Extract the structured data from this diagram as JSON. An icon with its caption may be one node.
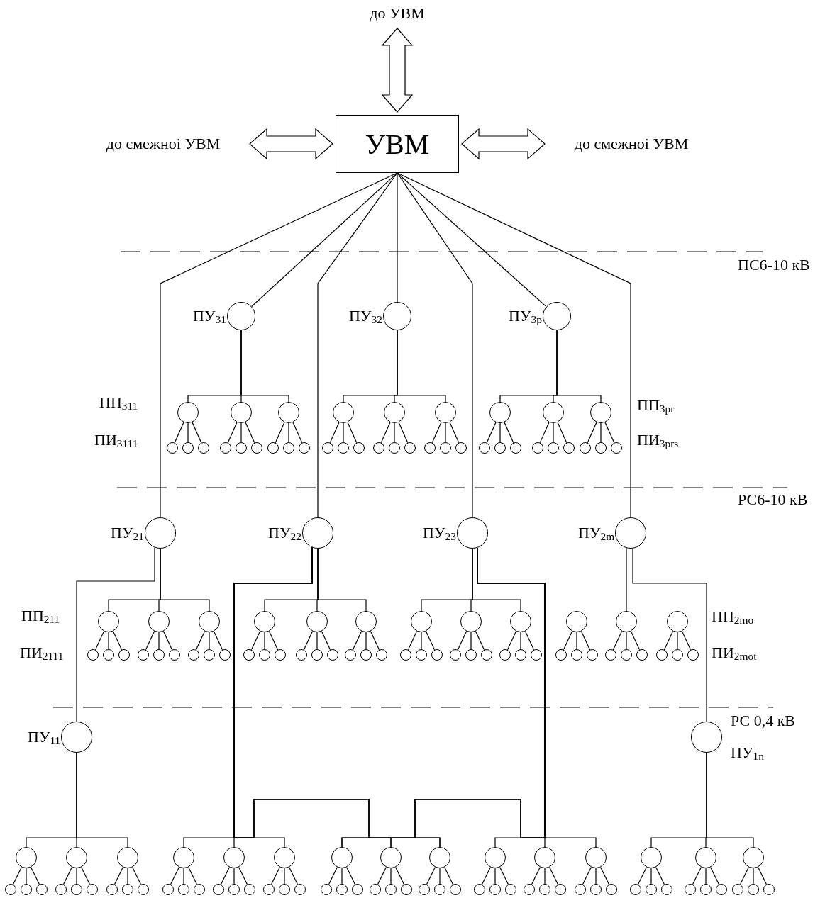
{
  "diagram": {
    "nodes": [
      {
        "text": [
          "до УВМ"
        ]
      },
      {
        "text": [
          "до смежноі УВМ"
        ]
      },
      {
        "text": [
          "УВМ"
        ]
      },
      {
        "text": [
          "до смежноі УВМ"
        ]
      },
      {
        "text": [],
        "shape": "circle",
        "beside": [
          "ПУ$_{31}$"
        ]
      },
      {
        "text": [],
        "shape": "circle",
        "beside": [
          "ПУ$_{32}$"
        ]
      },
      {
        "text": [],
        "shape": "circle",
        "beside": [
          "ПУ$_{3p}$"
        ]
      },
      {
        "text": [],
        "shape": "circle"
      },
      {
        "text": [],
        "shape": "circle"
      },
      {
        "text": [],
        "shape": "circle"
      },
      {
        "text": [],
        "shape": "circle"
      },
      {
        "text": [],
        "shape": "circle"
      },
      {
        "text": [],
        "shape": "circle"
      },
      {
        "text": [],
        "shape": "circle"
      },
      {
        "text": [],
        "shape": "circle"
      },
      {
        "text": [],
        "shape": "circle"
      },
      {
        "text": [],
        "shape": "circle"
      },
      {
        "text": [],
        "shape": "circle"
      },
      {
        "text": [],
        "shape": "circle"
      },
      {
        "text": [],
        "shape": "circle"
      },
      {
        "text": [],
        "shape": "circle"
      },
      {
        "text": [],
        "shape": "circle"
      },
      {
        "text": [],
        "shape": "circle"
      },
      {
        "text": [],
        "shape": "circle"
      },
      {
        "text": [],
        "shape": "circle"
      },
      {
        "text": [],
        "shape": "circle"
      },
      {
        "text": [],
        "shape": "circle"
      },
      {
        "text": [],
        "shape": "circle"
      },
      {
        "text": [],
        "shape": "circle"
      },
      {
        "text": [],
        "shape": "circle"
      },
      {
        "text": [],
        "shape": "circle"
      },
      {
        "text": [],
        "shape": "circle"
      },
      {
        "text": [],
        "shape": "circle"
      },
      {
        "text": [],
        "shape": "circle"
      },
      {
        "text": [],
        "shape": "circle"
      },
      {
        "text": [],
        "shape": "circle"
      },
      {
        "text": [],
        "shape": "circle"
      },
      {
        "text": [],
        "shape": "circle"
      },
      {
        "text": [],
        "shape": "circle"
      },
      {
        "text": [],
        "shape": "circle"
      },
      {
        "text": [],
        "shape": "circle"
      },
      {
        "text": [],
        "shape": "circle"
      },
      {
        "text": [],
        "shape": "circle"
      },
      {
        "text": [],
        "shape": "circle",
        "beside": [
          "ПУ$_{21}$"
        ]
      },
      {
        "text": [],
        "shape": "circle",
        "beside": [
          "ПУ$_{22}$"
        ]
      },
      {
        "text": [],
        "shape": "circle",
        "beside": [
          "ПУ$_{23}$"
        ]
      },
      {
        "text": [],
        "shape": "circle",
        "beside": [
          "ПУ$_{2m}$"
        ]
      },
      {
        "text": [],
        "shape": "circle"
      },
      {
        "text": [],
        "shape": "circle"
      },
      {
        "text": [],
        "shape": "circle"
      },
      {
        "text": [],
        "shape": "circle"
      },
      {
        "text": [],
        "shape": "circle"
      },
      {
        "text": [],
        "shape": "circle"
      },
      {
        "text": [],
        "shape": "circle"
      },
      {
        "text": [],
        "shape": "circle"
      },
      {
        "text": [],
        "shape": "circle"
      },
      {
        "text": [],
        "shape": "circle"
      },
      {
        "text": [],
        "shape": "circle"
      },
      {
        "text": [],
        "shape": "circle"
      },
      {
        "text": [],
        "shape": "circle"
      },
      {
        "text": [],
        "shape": "circle"
      },
      {
        "text": [],
        "shape": "circle"
      },
      {
        "text": [],
        "shape": "circle"
      },
      {
        "text": [],
        "shape": "circle"
      },
      {
        "text": [],
        "shape": "circle"
      },
      {
        "text": [],
        "shape": "circle"
      },
      {
        "text": [],
        "shape": "circle"
      },
      {
        "text": [],
        "shape": "circle"
      },
      {
        "text": [],
        "shape": "circle"
      },
      {
        "text": [],
        "shape": "circle"
      },
      {
        "text": [],
        "shape": "circle"
      },
      {
        "text": [],
        "shape": "circle"
      },
      {
        "text": [],
        "shape": "circle"
      },
      {
        "text": [],
        "shape": "circle"
      },
      {
        "text": [],
        "shape": "circle"
      },
      {
        "text": [],
        "shape": "circle"
      },
      {
        "text": [],
        "shape": "circle"
      },
      {
        "text": [],
        "shape": "circle"
      },
      {
        "text": [],
        "shape": "circle"
      },
      {
        "text": [],
        "shape": "circle"
      },
      {
        "text": [],
        "shape": "circle"
      },
      {
        "text": [],
        "shape": "circle"
      },
      {
        "text": [],
        "shape": "circle"
      },
      {
        "text": [],
        "shape": "circle"
      },
      {
        "text": [],
        "shape": "circle"
      },
      {
        "text": [],
        "shape": "circle"
      },
      {
        "text": [],
        "shape": "circle"
      },
      {
        "text": [],
        "shape": "circle"
      },
      {
        "text": [],
        "shape": "circle"
      },
      {
        "text": [],
        "shape": "circle"
      },
      {
        "text": [],
        "shape": "circle"
      },
      {
        "text": [],
        "shape": "circle"
      },
      {
        "text": [],
        "shape": "circle"
      },
      {
        "text": [],
        "shape": "circle"
      },
      {
        "text": [],
        "shape": "circle"
      },
      {
        "text": [],
        "shape": "circle",
        "beside": [
          "ПУ$_{11}$"
        ]
      },
      {
        "text": [],
        "shape": "circle",
        "beside": [
          "ПУ$_{1n}$"
        ]
      },
      {
        "text": [],
        "shape": "circle"
      },
      {
        "text": [],
        "shape": "circle"
      },
      {
        "text": [],
        "shape": "circle"
      },
      {
        "text": [],
        "shape": "circle"
      },
      {
        "text": [],
        "shape": "circle"
      },
      {
        "text": [],
        "shape": "circle"
      },
      {
        "text": [],
        "shape": "circle"
      },
      {
        "text": [],
        "shape": "circle"
      },
      {
        "text": [],
        "shape": "circle"
      },
      {
        "text": [],
        "shape": "circle"
      },
      {
        "text": [],
        "shape": "circle"
      },
      {
        "text": [],
        "shape": "circle"
      },
      {
        "text": [],
        "shape": "circle"
      },
      {
        "text": [],
        "shape": "circle"
      },
      {
        "text": [],
        "shape": "circle"
      },
      {
        "text": [],
        "shape": "circle"
      },
      {
        "text": [],
        "shape": "circle"
      },
      {
        "text": [],
        "shape": "circle"
      },
      {
        "text": [],
        "shape": "circle"
      },
      {
        "text": [],
        "shape": "circle"
      },
      {
        "text": [],
        "shape": "circle"
      },
      {
        "text": [],
        "shape": "circle"
      },
      {
        "text": [],
        "shape": "circle"
      },
      {
        "text": [],
        "shape": "circle"
      },
      {
        "text": [],
        "shape": "circle"
      },
      {
        "text": [],
        "shape": "circle"
      },
      {
        "text": [],
        "shape": "circle"
      },
      {
        "text": [],
        "shape": "circle"
      },
      {
        "text": [],
        "shape": "circle"
      },
      {
        "text": [],
        "shape": "circle"
      },
      {
        "text": [],
        "shape": "circle"
      },
      {
        "text": [],
        "shape": "circle"
      },
      {
        "text": [],
        "shape": "circle"
      },
      {
        "text": [],
        "shape": "circle"
      },
      {
        "text": [],
        "shape": "circle"
      },
      {
        "text": [],
        "shape": "circle"
      },
      {
        "text": [],
        "shape": "circle"
      },
      {
        "text": [],
        "shape": "circle"
      },
      {
        "text": [],
        "shape": "circle"
      },
      {
        "text": [],
        "shape": "circle"
      },
      {
        "text": [],
        "shape": "circle"
      },
      {
        "text": [],
        "shape": "circle"
      },
      {
        "text": [],
        "shape": "circle"
      },
      {
        "text": [],
        "shape": "circle"
      },
      {
        "text": [],
        "shape": "circle"
      },
      {
        "text": [],
        "shape": "circle"
      },
      {
        "text": [],
        "shape": "circle"
      },
      {
        "text": [],
        "shape": "circle"
      },
      {
        "text": [],
        "shape": "circle"
      },
      {
        "text": [],
        "shape": "circle"
      },
      {
        "text": [],
        "shape": "circle"
      },
      {
        "text": [],
        "shape": "circle"
      },
      {
        "text": [],
        "shape": "circle"
      },
      {
        "text": [],
        "shape": "circle"
      },
      {
        "text": [],
        "shape": "circle"
      },
      {
        "text": [],
        "shape": "circle"
      },
      {
        "text": [],
        "shape": "circle"
      },
      {
        "text": [],
        "shape": "circle"
      },
      {
        "text": [],
        "shape": "circle"
      },
      {
        "text": [],
        "shape": "circle"
      }
    ],
    "edges": [
      {
        "from": 2,
        "to": 0,
        "arrow": "both"
      },
      {
        "from": 2,
        "to": 1,
        "arrow": "both"
      },
      {
        "from": 2,
        "to": 3,
        "arrow": "both"
      },
      {
        "from": 2,
        "to": 43,
        "arrow": "none"
      },
      {
        "from": 2,
        "to": 4,
        "arrow": "none"
      },
      {
        "from": 2,
        "to": 44,
        "arrow": "none"
      },
      {
        "from": 2,
        "to": 5,
        "arrow": "none"
      },
      {
        "from": 2,
        "to": 45,
        "arrow": "none"
      },
      {
        "from": 2,
        "to": 6,
        "arrow": "none"
      },
      {
        "from": 2,
        "to": 46,
        "arrow": "none"
      },
      {
        "from": 4,
        "to": 7,
        "arrow": "none"
      },
      {
        "from": 4,
        "to": 8,
        "arrow": "none"
      },
      {
        "from": 4,
        "to": 9,
        "arrow": "none"
      },
      {
        "from": 5,
        "to": 10,
        "arrow": "none"
      },
      {
        "from": 5,
        "to": 11,
        "arrow": "none"
      },
      {
        "from": 5,
        "to": 12,
        "arrow": "none"
      },
      {
        "from": 6,
        "to": 13,
        "arrow": "none"
      },
      {
        "from": 6,
        "to": 14,
        "arrow": "none"
      },
      {
        "from": 6,
        "to": 15,
        "arrow": "none"
      },
      {
        "from": 7,
        "to": 16,
        "arrow": "none"
      },
      {
        "from": 7,
        "to": 17,
        "arrow": "none"
      },
      {
        "from": 7,
        "to": 18,
        "arrow": "none"
      },
      {
        "from": 8,
        "to": 19,
        "arrow": "none"
      },
      {
        "from": 8,
        "to": 20,
        "arrow": "none"
      },
      {
        "from": 8,
        "to": 21,
        "arrow": "none"
      },
      {
        "from": 9,
        "to": 22,
        "arrow": "none"
      },
      {
        "from": 9,
        "to": 23,
        "arrow": "none"
      },
      {
        "from": 9,
        "to": 24,
        "arrow": "none"
      },
      {
        "from": 10,
        "to": 25,
        "arrow": "none"
      },
      {
        "from": 10,
        "to": 26,
        "arrow": "none"
      },
      {
        "from": 10,
        "to": 27,
        "arrow": "none"
      },
      {
        "from": 11,
        "to": 28,
        "arrow": "none"
      },
      {
        "from": 11,
        "to": 29,
        "arrow": "none"
      },
      {
        "from": 11,
        "to": 30,
        "arrow": "none"
      },
      {
        "from": 12,
        "to": 31,
        "arrow": "none"
      },
      {
        "from": 12,
        "to": 32,
        "arrow": "none"
      },
      {
        "from": 12,
        "to": 33,
        "arrow": "none"
      },
      {
        "from": 13,
        "to": 34,
        "arrow": "none"
      },
      {
        "from": 13,
        "to": 35,
        "arrow": "none"
      },
      {
        "from": 13,
        "to": 36,
        "arrow": "none"
      },
      {
        "from": 14,
        "to": 37,
        "arrow": "none"
      },
      {
        "from": 14,
        "to": 38,
        "arrow": "none"
      },
      {
        "from": 14,
        "to": 39,
        "arrow": "none"
      },
      {
        "from": 15,
        "to": 40,
        "arrow": "none"
      },
      {
        "from": 15,
        "to": 41,
        "arrow": "none"
      },
      {
        "from": 15,
        "to": 42,
        "arrow": "none"
      },
      {
        "from": 43,
        "to": 47,
        "arrow": "none"
      },
      {
        "from": 43,
        "to": 48,
        "arrow": "none"
      },
      {
        "from": 43,
        "to": 49,
        "arrow": "none"
      },
      {
        "from": 44,
        "to": 50,
        "arrow": "none"
      },
      {
        "from": 44,
        "to": 51,
        "arrow": "none"
      },
      {
        "from": 44,
        "to": 52,
        "arrow": "none"
      },
      {
        "from": 45,
        "to": 53,
        "arrow": "none"
      },
      {
        "from": 45,
        "to": 54,
        "arrow": "none"
      },
      {
        "from": 45,
        "to": 55,
        "arrow": "none"
      },
      {
        "from": 46,
        "to": 57,
        "arrow": "none"
      },
      {
        "from": 43,
        "to": 95,
        "arrow": "none"
      },
      {
        "from": 44,
        "to": 100,
        "arrow": "none"
      },
      {
        "from": 44,
        "to": 101,
        "arrow": "none"
      },
      {
        "from": 44,
        "to": 102,
        "arrow": "none"
      },
      {
        "from": 44,
        "to": 103,
        "arrow": "none"
      },
      {
        "from": 44,
        "to": 104,
        "arrow": "none"
      },
      {
        "from": 44,
        "to": 105,
        "arrow": "none"
      },
      {
        "from": 45,
        "to": 103,
        "arrow": "none"
      },
      {
        "from": 45,
        "to": 104,
        "arrow": "none"
      },
      {
        "from": 45,
        "to": 105,
        "arrow": "none"
      },
      {
        "from": 45,
        "to": 106,
        "arrow": "none"
      },
      {
        "from": 45,
        "to": 107,
        "arrow": "none"
      },
      {
        "from": 45,
        "to": 108,
        "arrow": "none"
      },
      {
        "from": 46,
        "to": 96,
        "arrow": "none"
      },
      {
        "from": 47,
        "to": 59,
        "arrow": "none"
      },
      {
        "from": 47,
        "to": 60,
        "arrow": "none"
      },
      {
        "from": 47,
        "to": 61,
        "arrow": "none"
      },
      {
        "from": 48,
        "to": 62,
        "arrow": "none"
      },
      {
        "from": 48,
        "to": 63,
        "arrow": "none"
      },
      {
        "from": 48,
        "to": 64,
        "arrow": "none"
      },
      {
        "from": 49,
        "to": 65,
        "arrow": "none"
      },
      {
        "from": 49,
        "to": 66,
        "arrow": "none"
      },
      {
        "from": 49,
        "to": 67,
        "arrow": "none"
      },
      {
        "from": 50,
        "to": 68,
        "arrow": "none"
      },
      {
        "from": 50,
        "to": 69,
        "arrow": "none"
      },
      {
        "from": 50,
        "to": 70,
        "arrow": "none"
      },
      {
        "from": 51,
        "to": 71,
        "arrow": "none"
      },
      {
        "from": 51,
        "to": 72,
        "arrow": "none"
      },
      {
        "from": 51,
        "to": 73,
        "arrow": "none"
      },
      {
        "from": 52,
        "to": 74,
        "arrow": "none"
      },
      {
        "from": 52,
        "to": 75,
        "arrow": "none"
      },
      {
        "from": 52,
        "to": 76,
        "arrow": "none"
      },
      {
        "from": 53,
        "to": 77,
        "arrow": "none"
      },
      {
        "from": 53,
        "to": 78,
        "arrow": "none"
      },
      {
        "from": 53,
        "to": 79,
        "arrow": "none"
      },
      {
        "from": 54,
        "to": 80,
        "arrow": "none"
      },
      {
        "from": 54,
        "to": 81,
        "arrow": "none"
      },
      {
        "from": 54,
        "to": 82,
        "arrow": "none"
      },
      {
        "from": 55,
        "to": 83,
        "arrow": "none"
      },
      {
        "from": 55,
        "to": 84,
        "arrow": "none"
      },
      {
        "from": 55,
        "to": 85,
        "arrow": "none"
      },
      {
        "from": 56,
        "to": 86,
        "arrow": "none"
      },
      {
        "from": 56,
        "to": 87,
        "arrow": "none"
      },
      {
        "from": 56,
        "to": 88,
        "arrow": "none"
      },
      {
        "from": 57,
        "to": 89,
        "arrow": "none"
      },
      {
        "from": 57,
        "to": 90,
        "arrow": "none"
      },
      {
        "from": 57,
        "to": 91,
        "arrow": "none"
      },
      {
        "from": 58,
        "to": 92,
        "arrow": "none"
      },
      {
        "from": 58,
        "to": 93,
        "arrow": "none"
      },
      {
        "from": 58,
        "to": 94,
        "arrow": "none"
      },
      {
        "from": 95,
        "to": 97,
        "arrow": "none"
      },
      {
        "from": 95,
        "to": 98,
        "arrow": "none"
      },
      {
        "from": 95,
        "to": 99,
        "arrow": "none"
      },
      {
        "from": 96,
        "to": 109,
        "arrow": "none"
      },
      {
        "from": 96,
        "to": 110,
        "arrow": "none"
      },
      {
        "from": 96,
        "to": 111,
        "arrow": "none"
      },
      {
        "from": 97,
        "to": 112,
        "arrow": "none"
      },
      {
        "from": 97,
        "to": 113,
        "arrow": "none"
      },
      {
        "from": 97,
        "to": 114,
        "arrow": "none"
      },
      {
        "from": 98,
        "to": 115,
        "arrow": "none"
      },
      {
        "from": 98,
        "to": 116,
        "arrow": "none"
      },
      {
        "from": 98,
        "to": 117,
        "arrow": "none"
      },
      {
        "from": 99,
        "to": 118,
        "arrow": "none"
      },
      {
        "from": 99,
        "to": 119,
        "arrow": "none"
      },
      {
        "from": 99,
        "to": 120,
        "arrow": "none"
      },
      {
        "from": 100,
        "to": 121,
        "arrow": "none"
      },
      {
        "from": 100,
        "to": 122,
        "arrow": "none"
      },
      {
        "from": 100,
        "to": 123,
        "arrow": "none"
      },
      {
        "from": 101,
        "to": 124,
        "arrow": "none"
      },
      {
        "from": 101,
        "to": 125,
        "arrow": "none"
      },
      {
        "from": 101,
        "to": 126,
        "arrow": "none"
      },
      {
        "from": 102,
        "to": 127,
        "arrow": "none"
      },
      {
        "from": 102,
        "to": 128,
        "arrow": "none"
      },
      {
        "from": 102,
        "to": 129,
        "arrow": "none"
      },
      {
        "from": 103,
        "to": 130,
        "arrow": "none"
      },
      {
        "from": 103,
        "to": 131,
        "arrow": "none"
      },
      {
        "from": 103,
        "to": 132,
        "arrow": "none"
      },
      {
        "from": 104,
        "to": 133,
        "arrow": "none"
      },
      {
        "from": 104,
        "to": 134,
        "arrow": "none"
      },
      {
        "from": 104,
        "to": 135,
        "arrow": "none"
      },
      {
        "from": 105,
        "to": 136,
        "arrow": "none"
      },
      {
        "from": 105,
        "to": 137,
        "arrow": "none"
      },
      {
        "from": 105,
        "to": 138,
        "arrow": "none"
      },
      {
        "from": 106,
        "to": 139,
        "arrow": "none"
      },
      {
        "from": 106,
        "to": 140,
        "arrow": "none"
      },
      {
        "from": 106,
        "to": 141,
        "arrow": "none"
      },
      {
        "from": 107,
        "to": 142,
        "arrow": "none"
      },
      {
        "from": 107,
        "to": 143,
        "arrow": "none"
      },
      {
        "from": 107,
        "to": 144,
        "arrow": "none"
      },
      {
        "from": 108,
        "to": 145,
        "arrow": "none"
      },
      {
        "from": 108,
        "to": 146,
        "arrow": "none"
      },
      {
        "from": 108,
        "to": 147,
        "arrow": "none"
      },
      {
        "from": 109,
        "to": 148,
        "arrow": "none"
      },
      {
        "from": 109,
        "to": 149,
        "arrow": "none"
      },
      {
        "from": 109,
        "to": 150,
        "arrow": "none"
      },
      {
        "from": 110,
        "to": 151,
        "arrow": "none"
      },
      {
        "from": 110,
        "to": 152,
        "arrow": "none"
      },
      {
        "from": 110,
        "to": 153,
        "arrow": "none"
      },
      {
        "from": 111,
        "to": 154,
        "arrow": "none"
      },
      {
        "from": 111,
        "to": 155,
        "arrow": "none"
      },
      {
        "from": 111,
        "to": 156,
        "arrow": "none"
      }
    ],
    "labels": [
      "ПС6-10 кВ",
      "ПП$_{311}$",
      "ПП$_{3pr}$",
      "ПИ$_{3111}$",
      "ПИ$_{3prs}$",
      "РС6-10 кВ",
      "ПП$_{211}$",
      "ПП$_{2mo}$",
      "ПИ$_{2111}$",
      "ПИ$_{2mot}$",
      "РС 0,4 кВ"
    ]
  }
}
